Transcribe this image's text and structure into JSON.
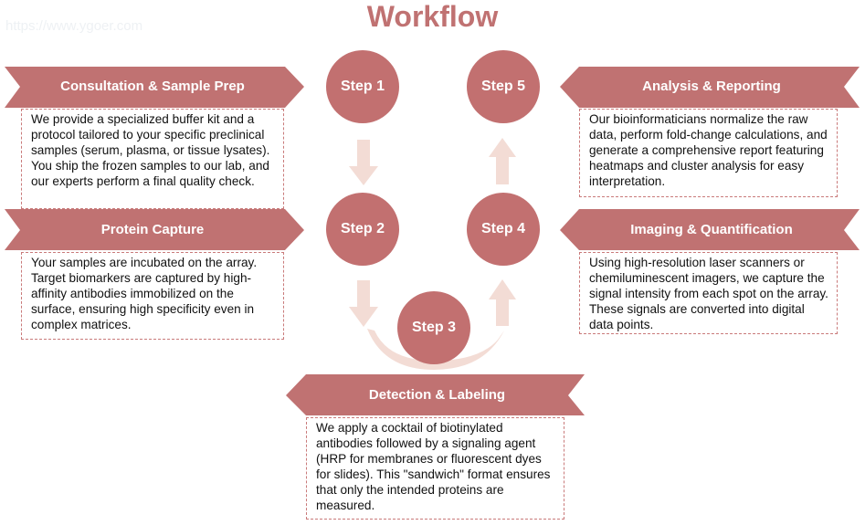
{
  "title": "Workflow",
  "watermark": "https://www.ygoer.com",
  "colors": {
    "accent": "#c07272",
    "arrow": "#f3dcd5",
    "border": "#c97a7a"
  },
  "steps": [
    "Step 1",
    "Step 2",
    "Step 3",
    "Step 4",
    "Step 5"
  ],
  "sections": {
    "consultation": {
      "heading": "Consultation & Sample Prep",
      "body": "We provide a specialized buffer kit and a protocol tailored to your specific preclinical samples (serum, plasma, or tissue lysates). You ship the frozen samples to our lab, and our experts perform a final quality check."
    },
    "capture": {
      "heading": "Protein Capture",
      "body": "Your samples are incubated on the array. Target biomarkers are captured by high-affinity antibodies immobilized on the surface, ensuring high specificity even in complex matrices."
    },
    "detection": {
      "heading": "Detection & Labeling",
      "body": "We apply a cocktail of biotinylated antibodies followed by a signaling agent (HRP for membranes or fluorescent dyes for slides). This \"sandwich\" format ensures that only the intended proteins are measured."
    },
    "imaging": {
      "heading": "Imaging & Quantification",
      "body": "Using high-resolution laser scanners or chemiluminescent imagers, we capture the signal intensity from each spot on the array. These signals are converted into digital data points."
    },
    "analysis": {
      "heading": "Analysis & Reporting",
      "body": "Our bioinformaticians normalize the raw data, perform fold-change calculations, and generate a comprehensive report featuring heatmaps and cluster analysis for easy interpretation."
    }
  }
}
